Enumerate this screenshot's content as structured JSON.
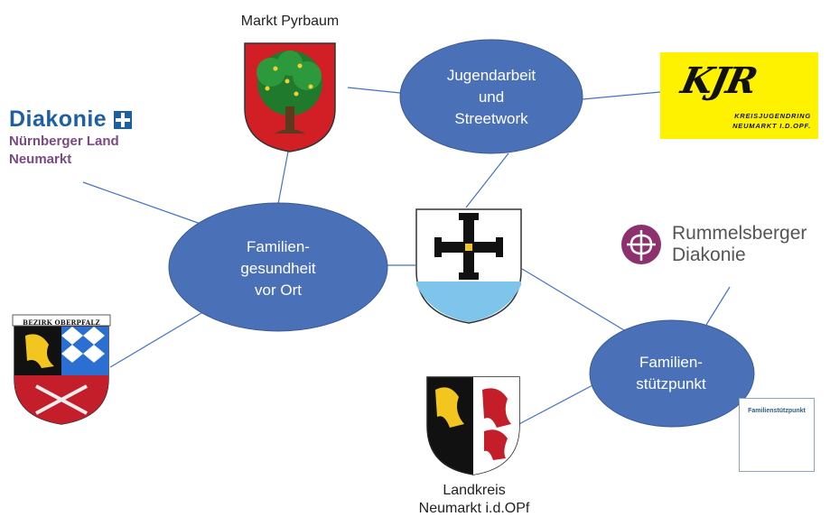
{
  "nodes": {
    "jugend": {
      "lines": [
        "Jugendarbeit",
        "und",
        "Streetwork"
      ]
    },
    "familiengesundheit": {
      "lines": [
        "Familien-",
        "gesundheit",
        "vor Ort"
      ]
    },
    "stuetzpunkt": {
      "lines": [
        "Familien-",
        "stützpunkt"
      ]
    }
  },
  "labels": {
    "markt_pyrbaum": "Markt Pyrbaum",
    "landkreis_1": "Landkreis",
    "landkreis_2": "Neumarkt i.d.OPf"
  },
  "logos": {
    "diakonie": {
      "line1": "Diakonie",
      "line2": "Nürnberger Land",
      "line3": "Neumarkt"
    },
    "kjr": {
      "mark": "KJR",
      "line1": "KREISJUGENDRING",
      "line2": "NEUMARKT I.D.OPF."
    },
    "rummelsberger": {
      "line1": "Rummelsberger",
      "line2": "Diakonie"
    },
    "bezirk": {
      "text": "BEZIRK OBERPFALZ"
    },
    "familienstuetzpunkt_badge": {
      "text": "Familienstützpunkt"
    }
  },
  "colors": {
    "node_fill": "#4a70b8",
    "node_stroke": "#3a5a96",
    "connector": "#4472c4",
    "kjr_yellow": "#fff200",
    "diakonie_blue": "#1e5fa3",
    "diakonie_purple": "#7a4a85",
    "rummelsberger_purple": "#8e2f6e"
  }
}
